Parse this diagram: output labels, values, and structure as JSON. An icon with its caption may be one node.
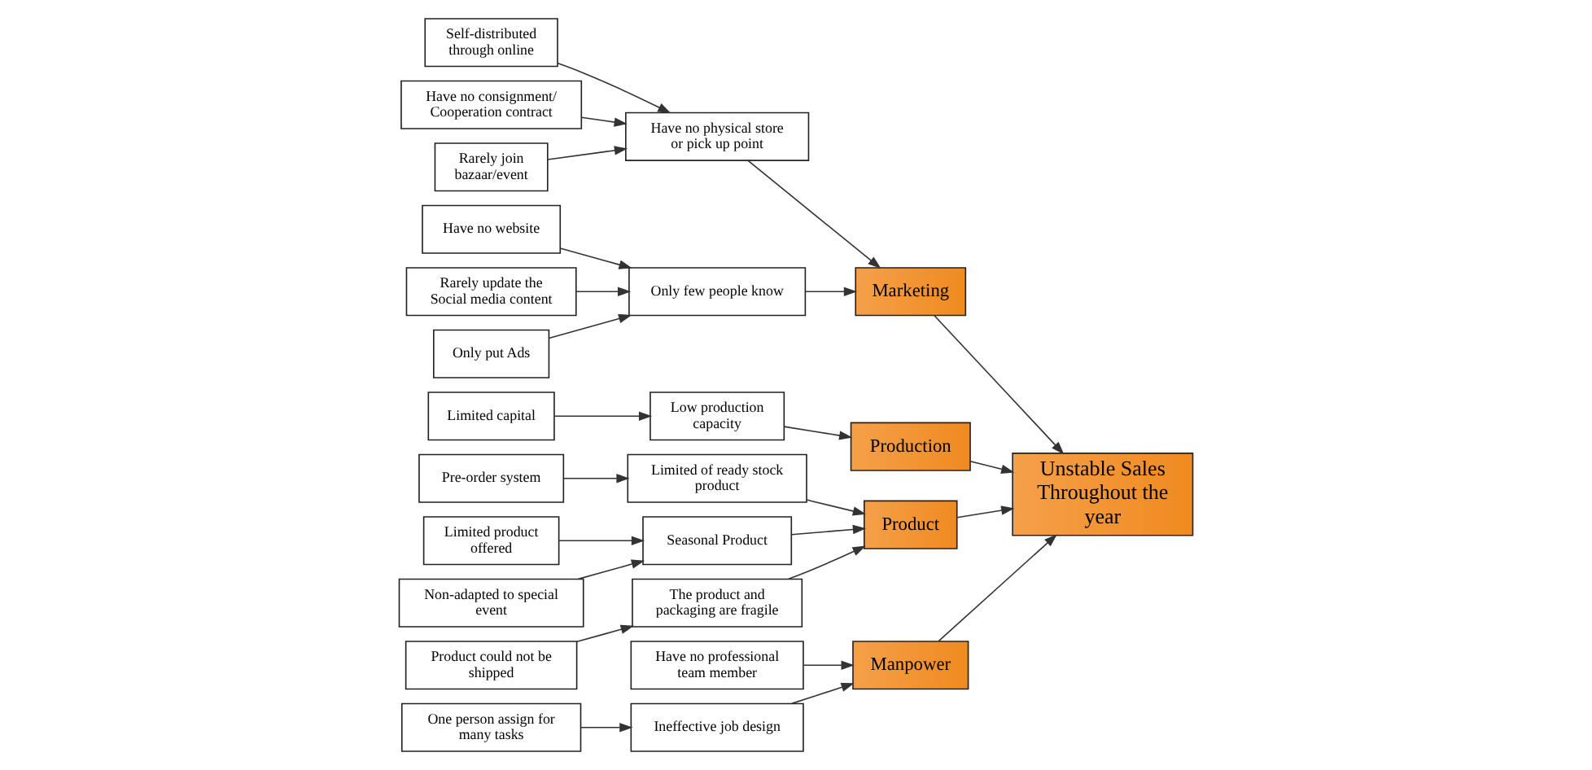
{
  "diagram": {
    "nodes": [
      {
        "text": [
          "Manpower"
        ]
      },
      {
        "text": [
          "Marketing"
        ]
      },
      {
        "text": [
          "Self-distributed through online"
        ]
      },
      {
        "text": [
          "Have no professional team member"
        ]
      },
      {
        "text": [
          "Have no website"
        ]
      },
      {
        "text": [
          "Have no physical store or pick up point"
        ]
      },
      {
        "text": [
          "Only few people know"
        ]
      },
      {
        "text": [
          "Ineffective job design"
        ]
      },
      {
        "text": [
          "Have no consignment/ Cooperation contract"
        ]
      },
      {
        "text": [
          "Rarely update the Social media content"
        ]
      },
      {
        "text": [
          "Only put Ads"
        ]
      },
      {
        "text": [
          "Rarely join bazaar/event"
        ]
      },
      {
        "text": [
          "One person assign for many tasks"
        ]
      },
      {
        "text": [
          "Unstable Sales Throughout the year"
        ]
      },
      {
        "text": [
          "Limited of ready stock product"
        ]
      },
      {
        "text": [
          "Limited capital"
        ]
      },
      {
        "text": [
          "Limited product offered"
        ]
      },
      {
        "text": [
          "Pre-order system"
        ]
      },
      {
        "text": [
          "Low production capacity"
        ]
      },
      {
        "text": [
          "Product could not be shipped"
        ]
      },
      {
        "text": [
          "Seasonal Product"
        ]
      },
      {
        "text": [
          "The product and packaging are fragile"
        ]
      },
      {
        "text": [
          "Non-adapted to special event"
        ]
      },
      {
        "text": [
          "Production"
        ]
      },
      {
        "text": [
          "Product"
        ]
      }
    ],
    "edges": [
      {
        "from": 0,
        "to": 13,
        "arrow": "to"
      },
      {
        "from": 1,
        "to": 13,
        "arrow": "to"
      },
      {
        "from": 23,
        "to": 13,
        "arrow": "to"
      },
      {
        "from": 24,
        "to": 13,
        "arrow": "to"
      },
      {
        "from": 3,
        "to": 0,
        "arrow": "to"
      },
      {
        "from": 7,
        "to": 0,
        "arrow": "to"
      },
      {
        "from": 12,
        "to": 7,
        "arrow": "to"
      },
      {
        "from": 6,
        "to": 1,
        "arrow": "to"
      },
      {
        "from": 4,
        "to": 6,
        "arrow": "to"
      },
      {
        "from": 9,
        "to": 6,
        "arrow": "to"
      },
      {
        "from": 10,
        "to": 6,
        "arrow": "to"
      },
      {
        "from": 5,
        "to": 1,
        "arrow": "to"
      },
      {
        "from": 2,
        "to": 5,
        "arrow": "to"
      },
      {
        "from": 11,
        "to": 5,
        "arrow": "to"
      },
      {
        "from": 8,
        "to": 5,
        "arrow": "to"
      },
      {
        "from": 18,
        "to": 23,
        "arrow": "to"
      },
      {
        "from": 15,
        "to": 18,
        "arrow": "to"
      },
      {
        "from": 14,
        "to": 24,
        "arrow": "to"
      },
      {
        "from": 17,
        "to": 14,
        "arrow": "to"
      },
      {
        "from": 21,
        "to": 24,
        "arrow": "to"
      },
      {
        "from": 19,
        "to": 21,
        "arrow": "to"
      },
      {
        "from": 20,
        "to": 24,
        "arrow": "to"
      },
      {
        "from": 16,
        "to": 20,
        "arrow": "to"
      },
      {
        "from": 22,
        "to": 20,
        "arrow": "to"
      }
    ]
  }
}
